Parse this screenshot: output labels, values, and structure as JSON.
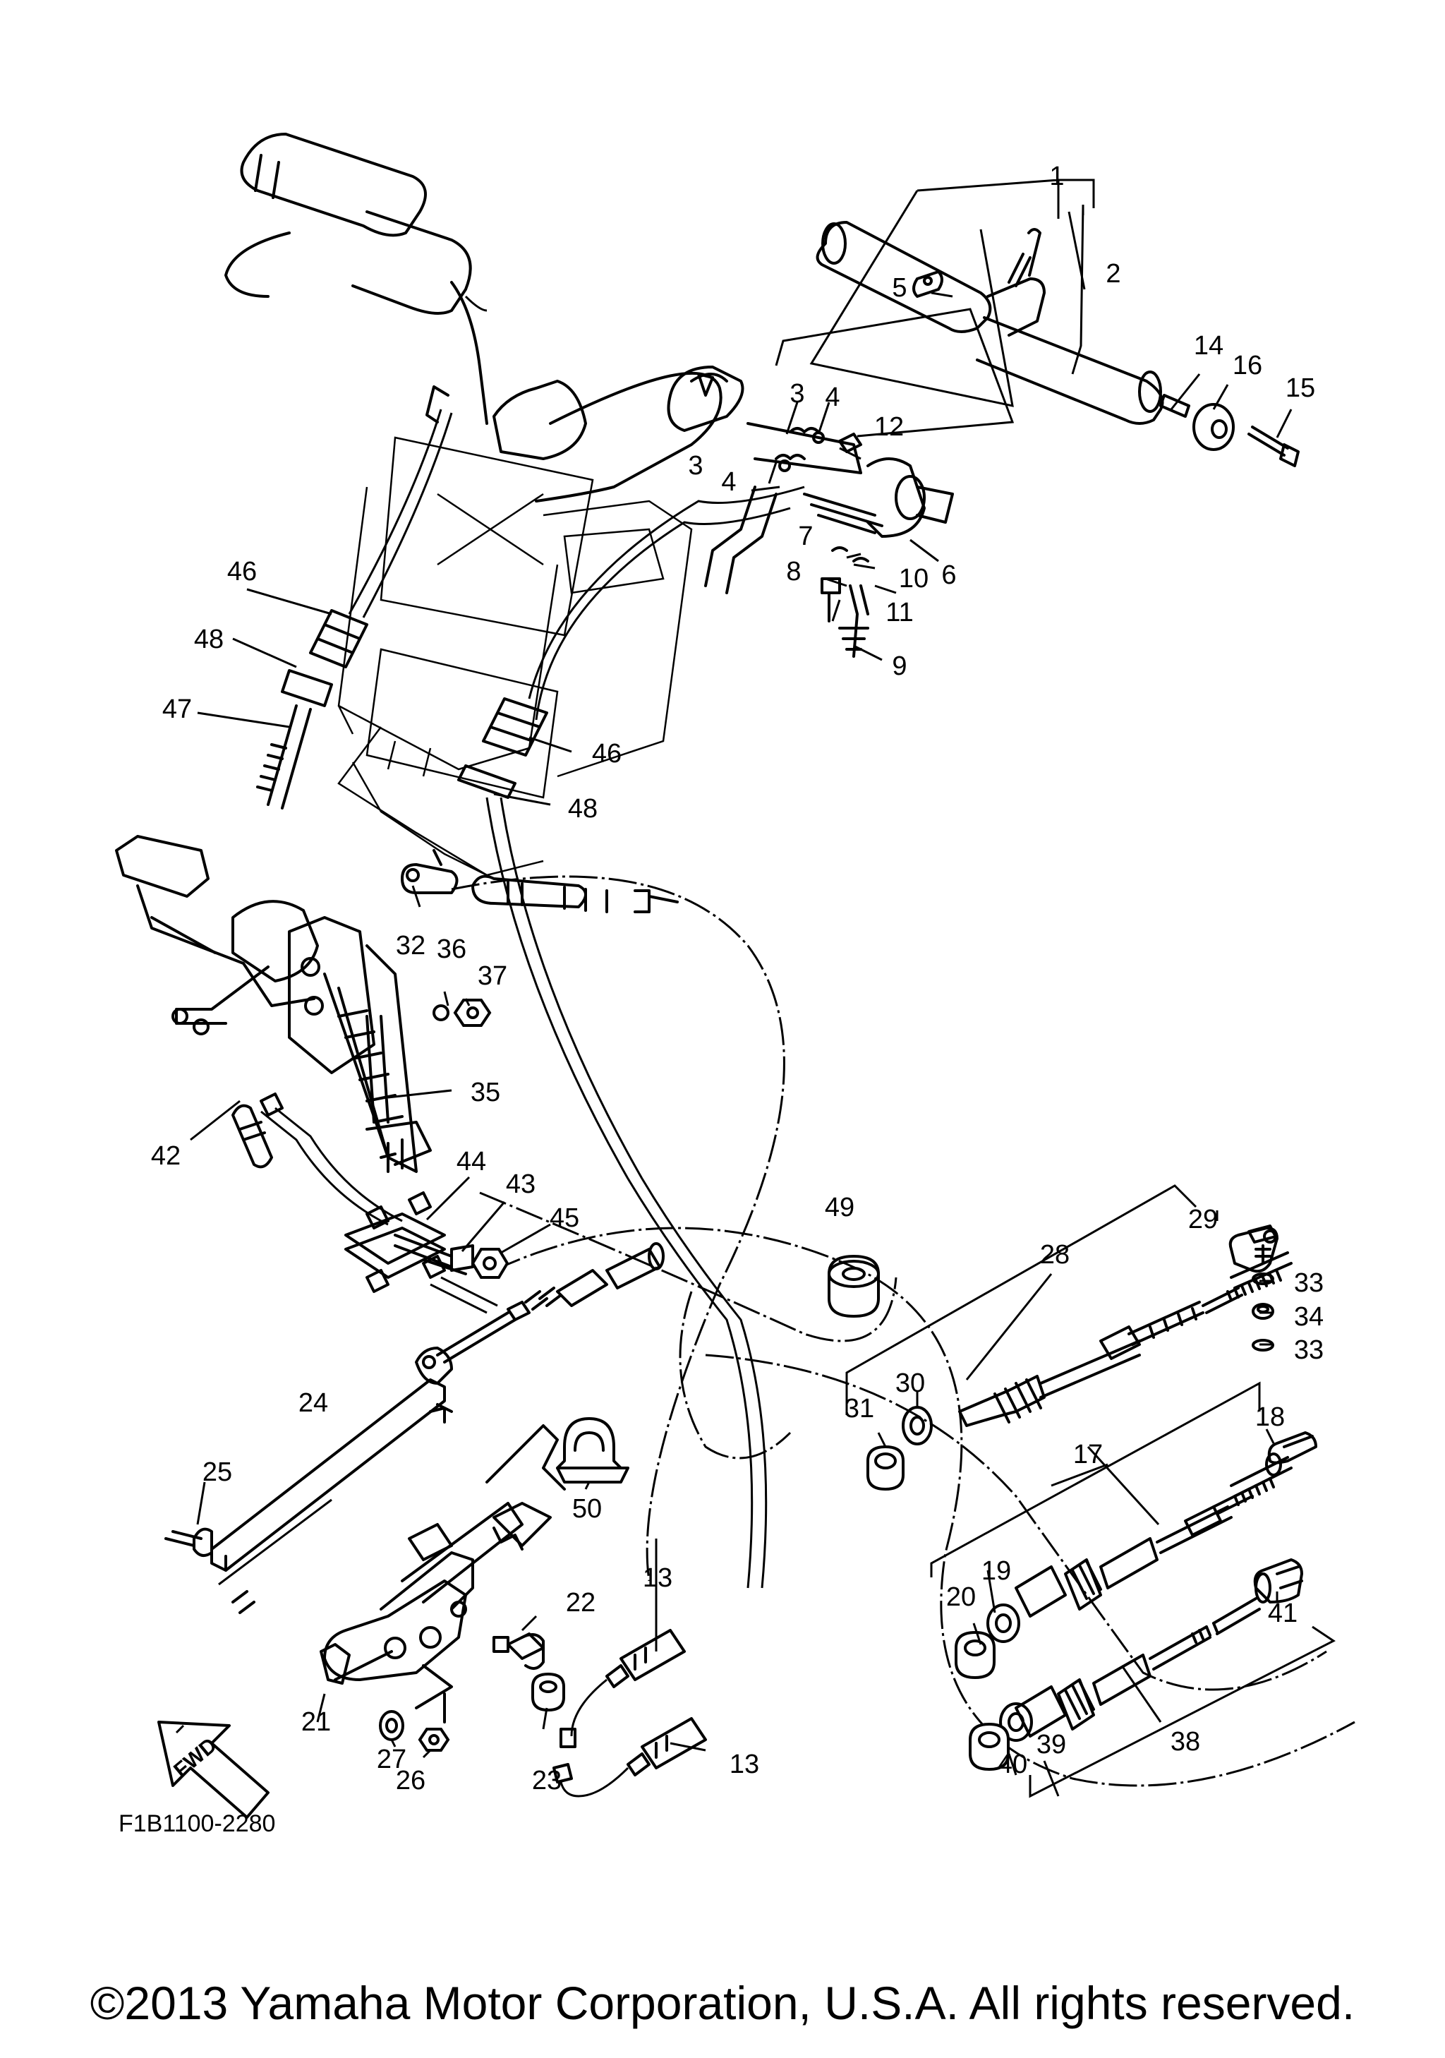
{
  "diagram_code": "F1B1100-2280",
  "fwd_label": "FWD",
  "copyright": "©2013 Yamaha Motor Corporation, U.S.A. All rights reserved.",
  "callouts": {
    "n1": "1",
    "n2": "2",
    "n3a": "3",
    "n3b": "3",
    "n4a": "4",
    "n4b": "4",
    "n5": "5",
    "n6": "6",
    "n7": "7",
    "n8": "8",
    "n9": "9",
    "n10": "10",
    "n11": "11",
    "n12": "12",
    "n13a": "13",
    "n13b": "13",
    "n14": "14",
    "n15": "15",
    "n16": "16",
    "n17": "17",
    "n18": "18",
    "n19": "19",
    "n20": "20",
    "n21": "21",
    "n22": "22",
    "n23": "23",
    "n24": "24",
    "n25": "25",
    "n26": "26",
    "n27": "27",
    "n28": "28",
    "n29": "29",
    "n30": "30",
    "n31": "31",
    "n32": "32",
    "n33a": "33",
    "n33b": "33",
    "n34": "34",
    "n35": "35",
    "n36": "36",
    "n37": "37",
    "n38": "38",
    "n39": "39",
    "n40": "40",
    "n41": "41",
    "n42": "42",
    "n43": "43",
    "n44": "44",
    "n45": "45",
    "n46a": "46",
    "n46b": "46",
    "n47": "47",
    "n48a": "48",
    "n48b": "48",
    "n49": "49",
    "n50": "50"
  }
}
